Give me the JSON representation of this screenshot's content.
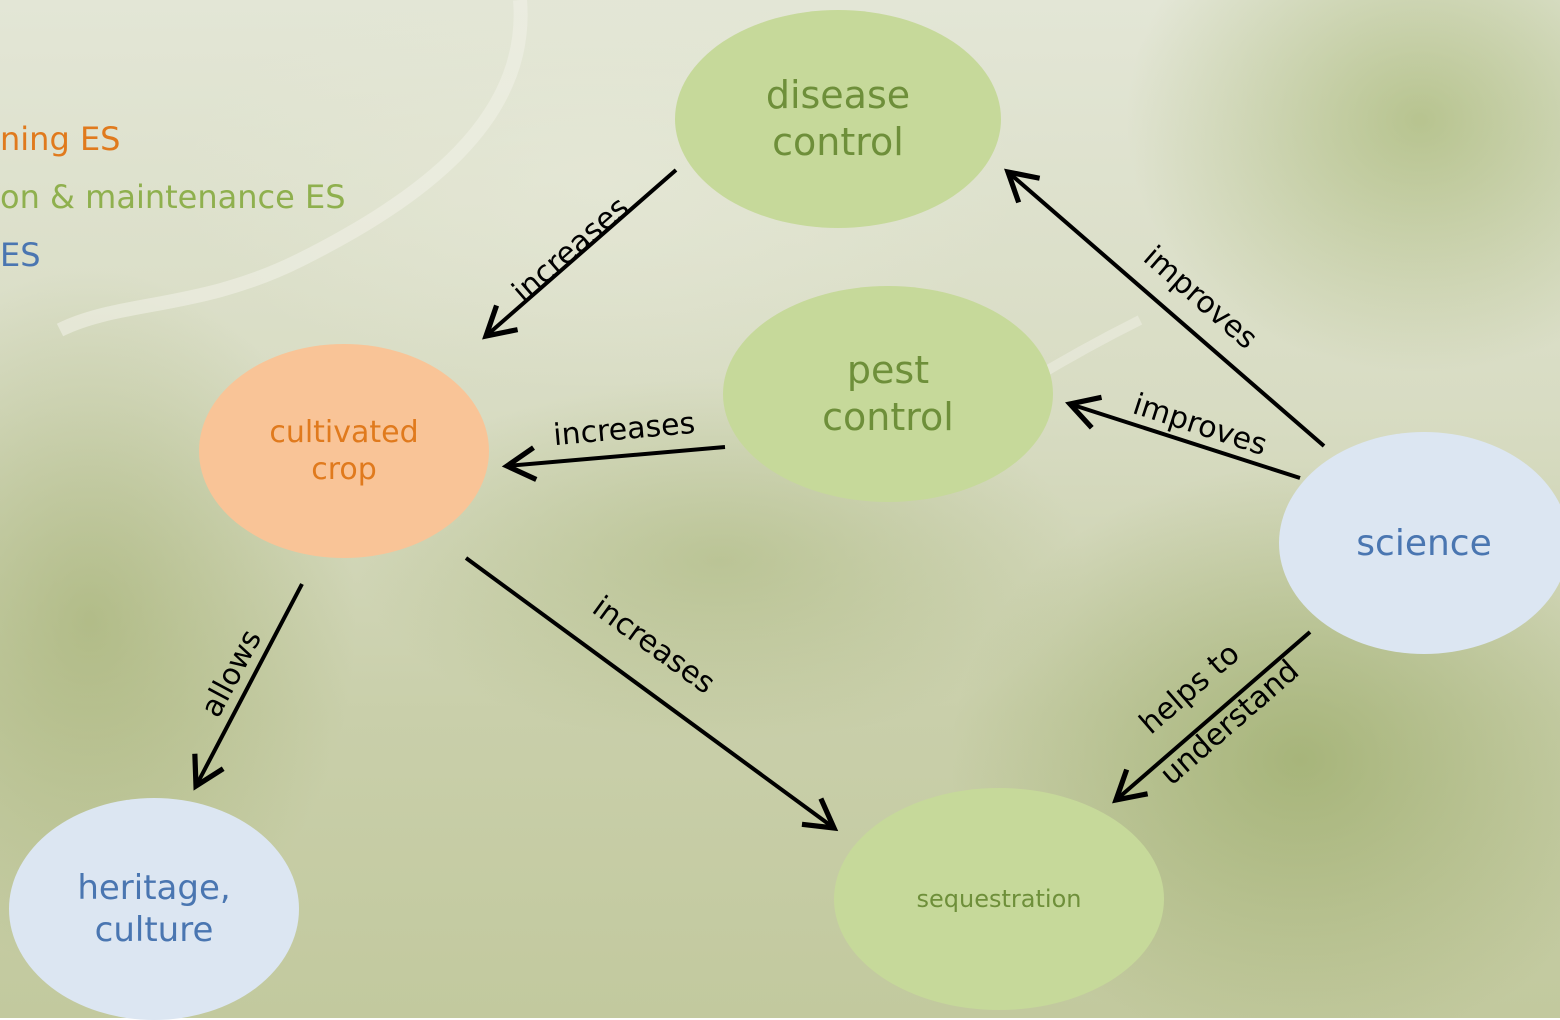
{
  "legend": {
    "provisioning": "ning ES",
    "regulation": "on & maintenance ES",
    "cultural": "ES"
  },
  "nodes": {
    "disease": "disease\ncontrol",
    "pest": "pest\ncontrol",
    "crop": "cultivated\ncrop",
    "science": "science",
    "heritage": "heritage,\nculture",
    "sequestration": "sequestration"
  },
  "edges": {
    "disease_crop": "increases",
    "pest_crop": "increases",
    "crop_sequestration": "increases",
    "crop_heritage": "allows",
    "science_disease": "improves",
    "science_pest": "improves",
    "science_seq_line1": "helps to",
    "science_seq_line2": "understand"
  },
  "colors": {
    "provisioning": "#e07a1d",
    "regulation": "#8fb04e",
    "cultural": "#4a76b1"
  }
}
